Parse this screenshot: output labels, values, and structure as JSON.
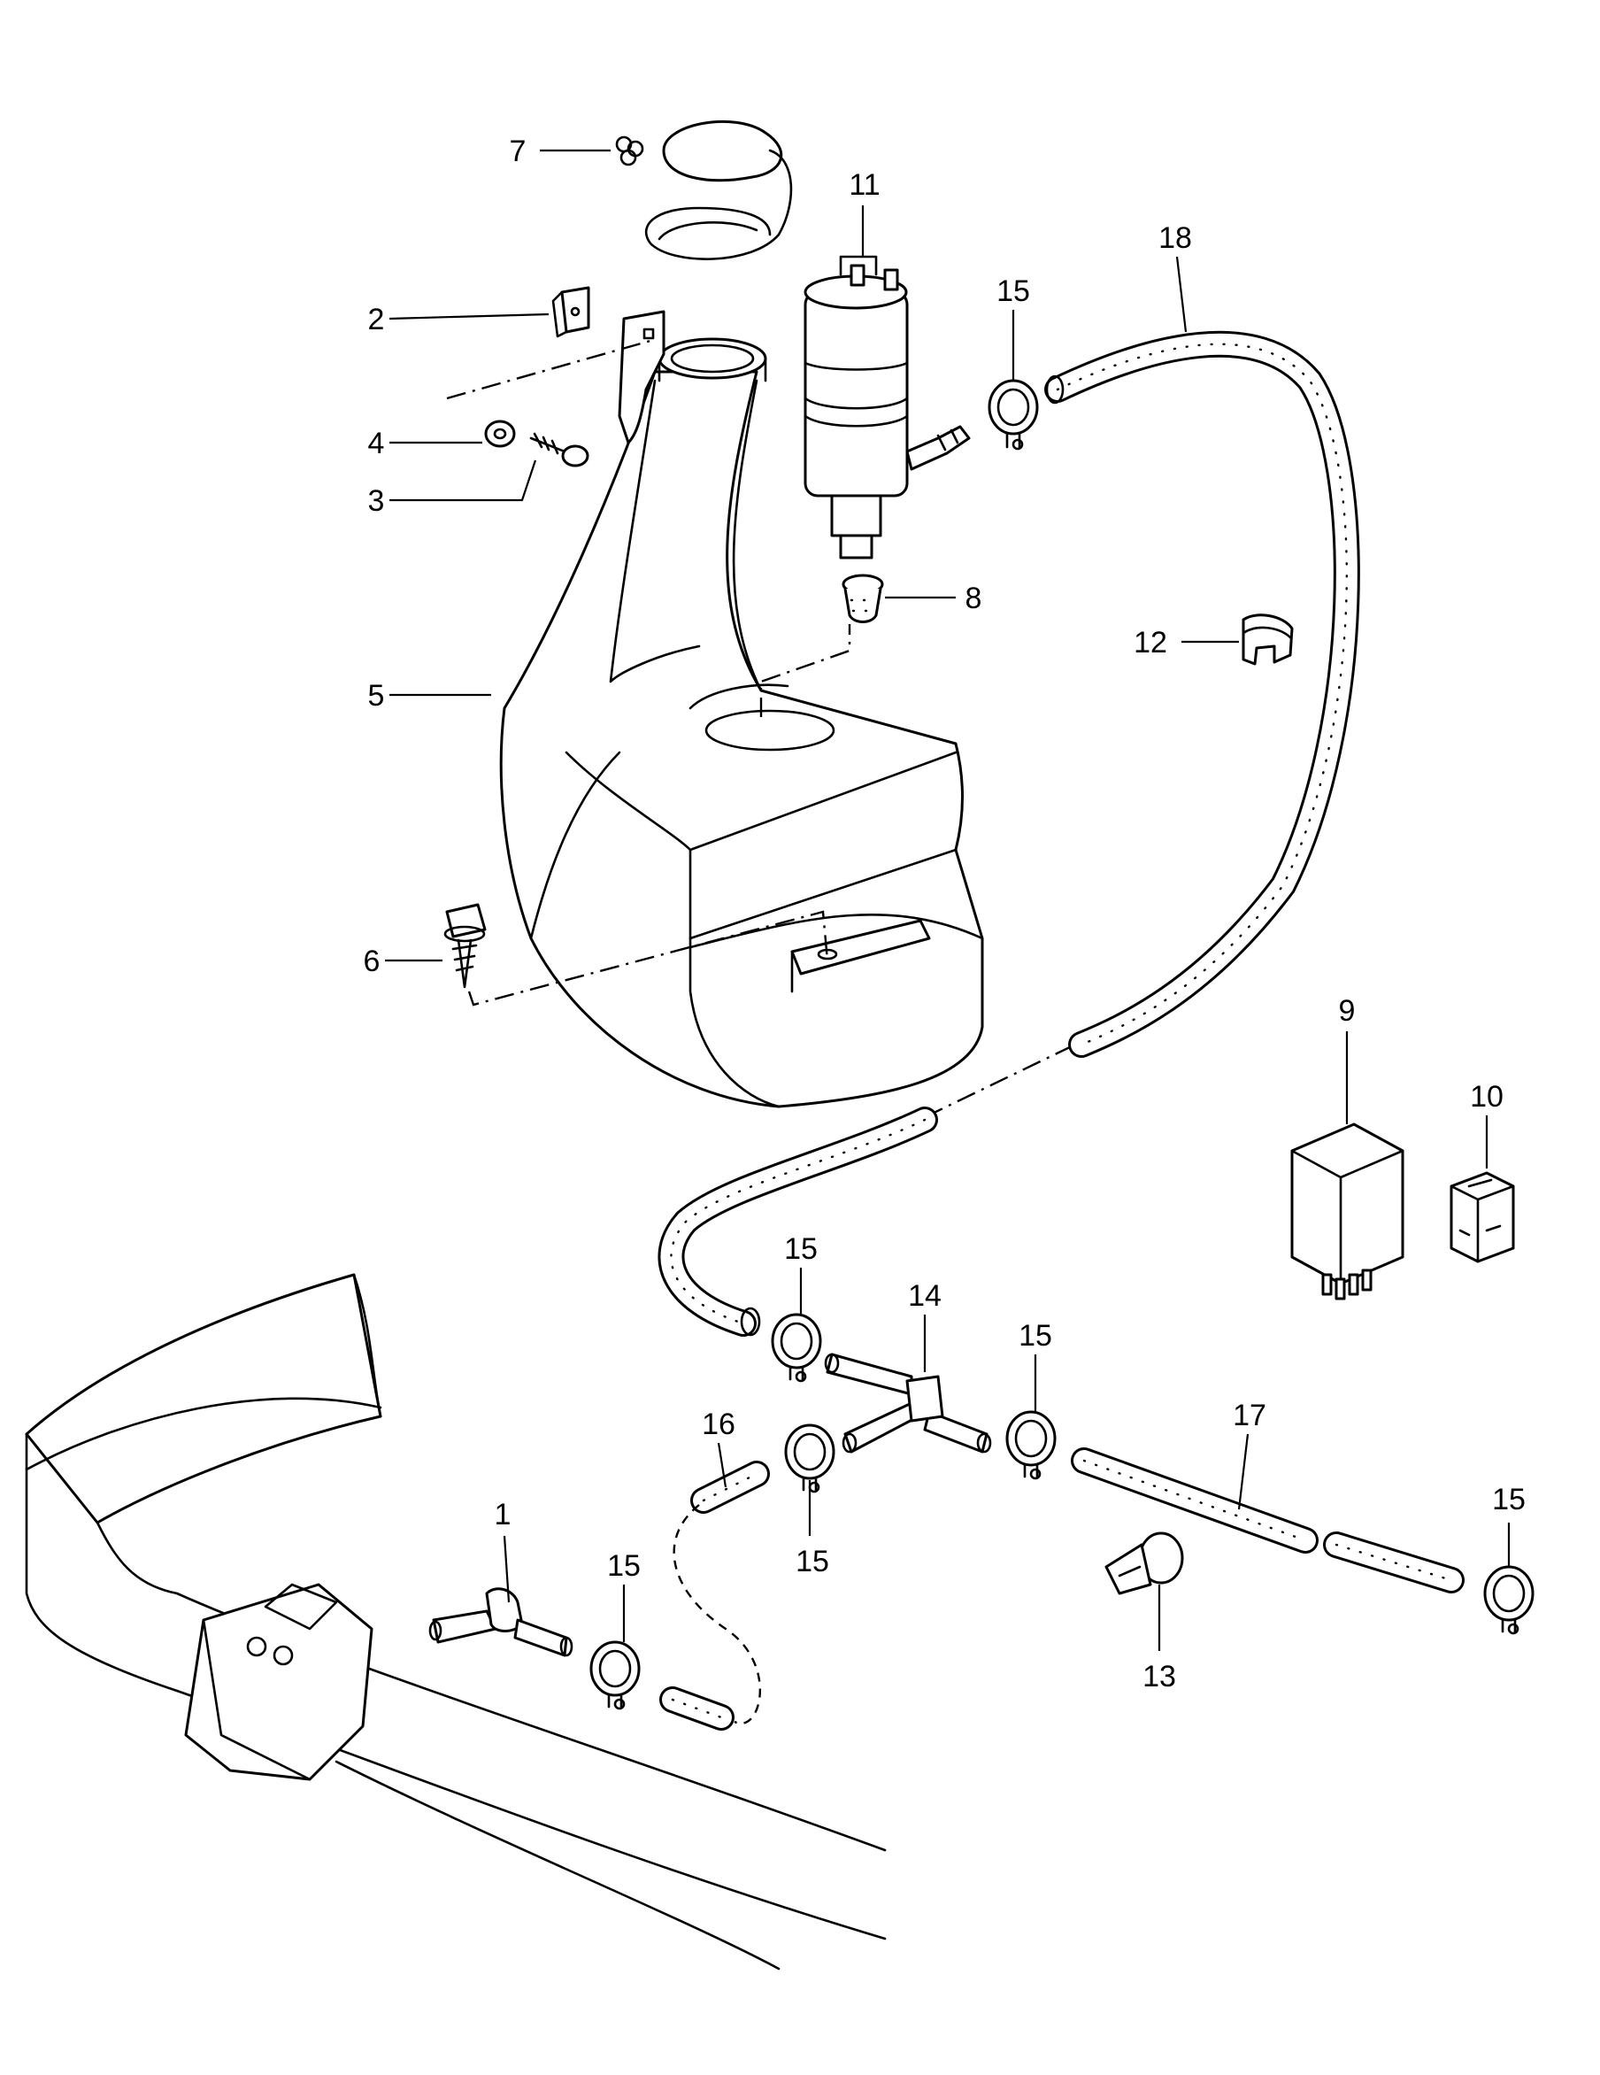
{
  "labels": [
    {
      "id": "part-1",
      "text": "1"
    },
    {
      "id": "part-2",
      "text": "2"
    },
    {
      "id": "part-3",
      "text": "3"
    },
    {
      "id": "part-4",
      "text": "4"
    },
    {
      "id": "part-5",
      "text": "5"
    },
    {
      "id": "part-6",
      "text": "6"
    },
    {
      "id": "part-7",
      "text": "7"
    },
    {
      "id": "part-8",
      "text": "8"
    },
    {
      "id": "part-9",
      "text": "9"
    },
    {
      "id": "part-10",
      "text": "10"
    },
    {
      "id": "part-11",
      "text": "11"
    },
    {
      "id": "part-12",
      "text": "12"
    },
    {
      "id": "part-13",
      "text": "13"
    },
    {
      "id": "part-14",
      "text": "14"
    },
    {
      "id": "part-15a",
      "text": "15"
    },
    {
      "id": "part-15b",
      "text": "15"
    },
    {
      "id": "part-15c",
      "text": "15"
    },
    {
      "id": "part-15d",
      "text": "15"
    },
    {
      "id": "part-15e",
      "text": "15"
    },
    {
      "id": "part-15f",
      "text": "15"
    },
    {
      "id": "part-16",
      "text": "16"
    },
    {
      "id": "part-17",
      "text": "17"
    },
    {
      "id": "part-18",
      "text": "18"
    }
  ]
}
